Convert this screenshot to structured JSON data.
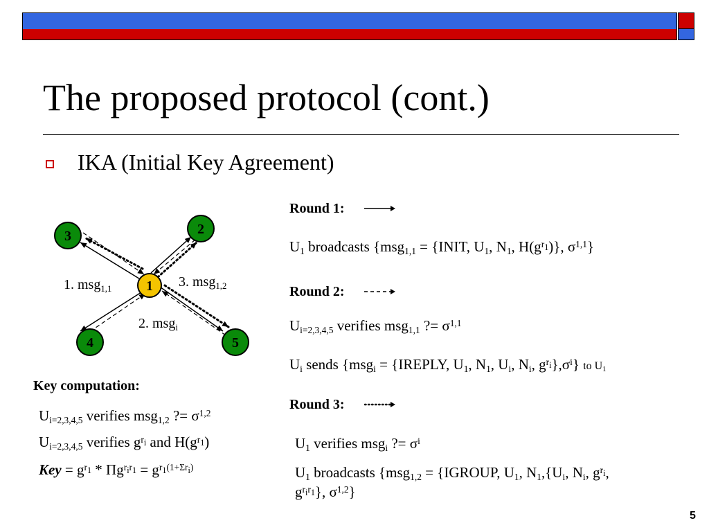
{
  "slide": {
    "title": "The proposed protocol (cont.)",
    "bullet": "IKA (Initial Key Agreement)",
    "page_number": "5"
  },
  "colors": {
    "header_blue": "#3366e0",
    "header_red": "#cc0000",
    "node_green": "#0a8a0a",
    "node_yellow": "#f4c400"
  },
  "diagram": {
    "nodes": {
      "n1": "1",
      "n2": "2",
      "n3": "3",
      "n4": "4",
      "n5": "5"
    },
    "labels": {
      "l1_pre": "1. msg",
      "l1_sub": "1,1",
      "l2_pre": "2. msg",
      "l2_sub": "i",
      "l3_pre": "3. msg",
      "l3_sub": "1,2"
    }
  },
  "round1": {
    "heading": "Round 1:",
    "u": "U",
    "u_sub": "1",
    "broadcasts": "broadcasts {msg",
    "msg_sub": "1,1",
    "content": "= {INIT, U",
    "s1": "1",
    "c2": ", N",
    "s2": "1",
    "c3": ", H(g",
    "r": "r",
    "r_sub": "1",
    "c4": ")}, σ",
    "sig_sup": "1,1",
    "end": "}"
  },
  "round2": {
    "heading": "Round 2:",
    "line1": {
      "u": "U",
      "u_sub": "i=2,3,4,5",
      "t1": "verifies msg",
      "s1": "1,1",
      "t2": "?= σ",
      "sup": "1,1"
    },
    "line2": {
      "u": "U",
      "u_sub": "i",
      "t1": "sends {msg",
      "s1": "i",
      "t2": "= {IREPLY, U",
      "s2": "1",
      "t3": ", N",
      "s3": "1",
      "t4": ", U",
      "s4": "i",
      "t5": ", N",
      "s5": "i",
      "t6": ", g",
      "r": "r",
      "r_sub": "i",
      "t7": "},σ",
      "sig_sup": "i",
      "t8": "}",
      "to": "to U",
      "to_sub": "1"
    }
  },
  "round3": {
    "heading": "Round 3:",
    "line1": {
      "u": "U",
      "u_sub": "1",
      "t1": "verifies msg",
      "s1": "i",
      "t2": "?= σ",
      "sup": "i"
    },
    "line2": {
      "u": "U",
      "u_sub": "1",
      "t1": "broadcasts {msg",
      "s1": "1,2",
      "t2": "= {IGROUP, U",
      "s2": "1",
      "t3": ", N",
      "s3": "1",
      "t4": ",{U",
      "s4": "i",
      "t5": ", N",
      "s5": "i",
      "t6": ", g",
      "r": "r",
      "r_sub": "i",
      "t7": ",",
      "g2": "g",
      "r2a": "r",
      "r2a_sub": "i",
      "r2b": "r",
      "r2b_sub": "1",
      "t8": "}, σ",
      "sig_sup": "1,2",
      "t9": "}"
    }
  },
  "key": {
    "heading": "Key computation:",
    "line1": {
      "u": "U",
      "u_sub": "i=2,3,4,5",
      "t1": "verifies msg",
      "s1": "1,2",
      "t2": "?= σ",
      "sup": "1,2"
    },
    "line2": {
      "u": "U",
      "u_sub": "i=2,3,4,5",
      "t1": "verifies g",
      "r": "r",
      "r_sub": "i",
      "t2": "and H(g",
      "r2": "r",
      "r2_sub": "1",
      "t3": ")"
    },
    "line3": {
      "key": "Key",
      "eq": "= g",
      "r1": "r",
      "r1_sub": "1",
      "t1": "* Πg",
      "ra": "r",
      "ra_sub": "i",
      "rb": "r",
      "rb_sub": "1",
      "t2": "= g",
      "r3": "r",
      "r3_sub": "1",
      "paren": "(1+Σr",
      "paren_sub": "i",
      "close": ")"
    }
  }
}
